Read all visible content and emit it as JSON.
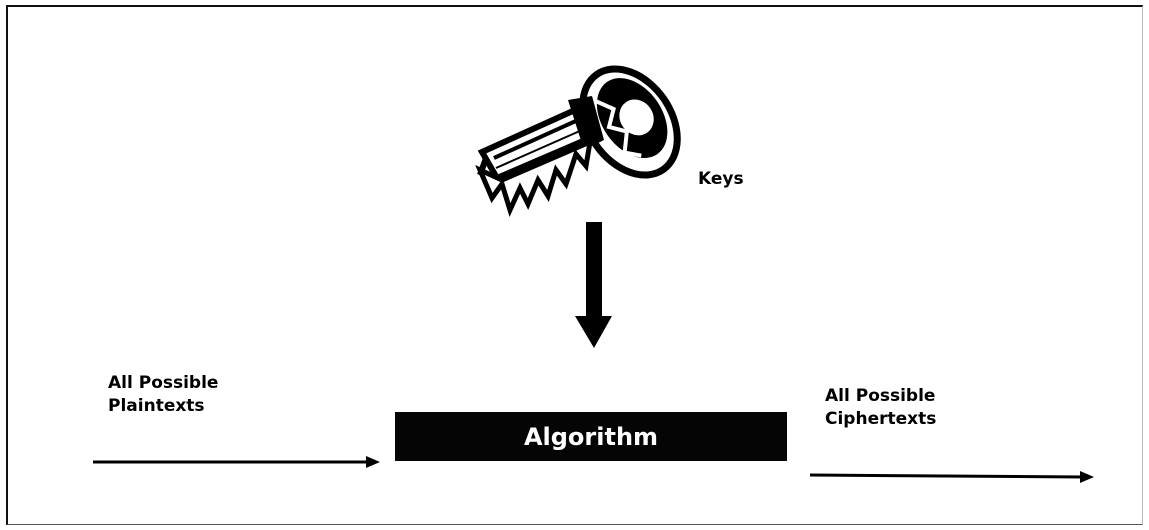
{
  "diagram": {
    "keys_label": "Keys",
    "plaintexts_label": [
      "All Possible",
      "Plaintexts"
    ],
    "ciphertexts_label": [
      "All Possible",
      "Ciphertexts"
    ],
    "algorithm_label": "Algorithm"
  },
  "icons": {
    "key": "key-icon"
  },
  "colors": {
    "ink": "#000000",
    "box": "#050505",
    "box_text": "#ffffff"
  }
}
